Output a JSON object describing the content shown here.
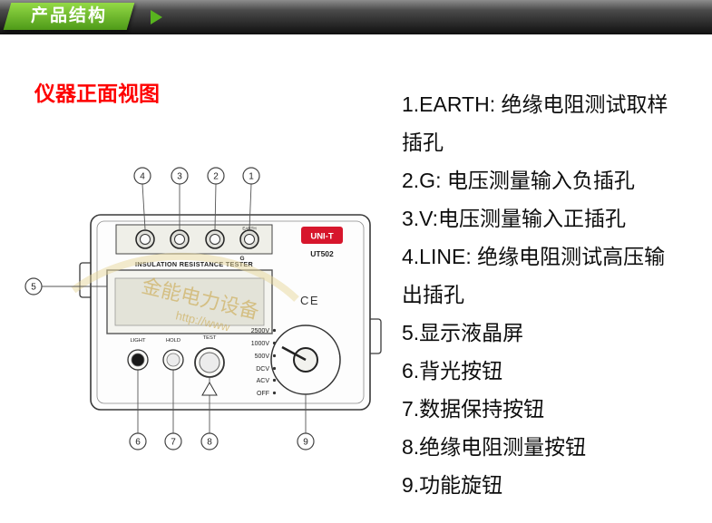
{
  "banner": {
    "title": "产品结构"
  },
  "heading": "仪器正面视图",
  "device": {
    "brand": "UNI-T",
    "model": "UT502",
    "panel_title": "INSULATION RESISTANCE TESTER",
    "ce": "CE",
    "jack_labels": {
      "earth": "EARTH",
      "g": "G"
    },
    "buttons": {
      "light": "LIGHT",
      "hold": "HOLD",
      "test": "TEST"
    },
    "dial": [
      "2500V",
      "1000V",
      "500V",
      "DCV",
      "ACV",
      "OFF"
    ],
    "callouts": [
      "1",
      "2",
      "3",
      "4",
      "5",
      "6",
      "7",
      "8",
      "9"
    ],
    "watermark": {
      "line1": "金能电力设备",
      "line2": "http://www"
    }
  },
  "legend": {
    "items": [
      "1.EARTH: 绝缘电阻测试取样插孔",
      "2.G: 电压测量输入负插孔",
      "3.V:电压测量输入正插孔",
      "4.LINE: 绝缘电阻测试高压输出插孔",
      "5.显示液晶屏",
      "6.背光按钮",
      "7.数据保持按钮",
      "8.绝缘电阻测量按钮",
      "9.功能旋钮"
    ]
  }
}
